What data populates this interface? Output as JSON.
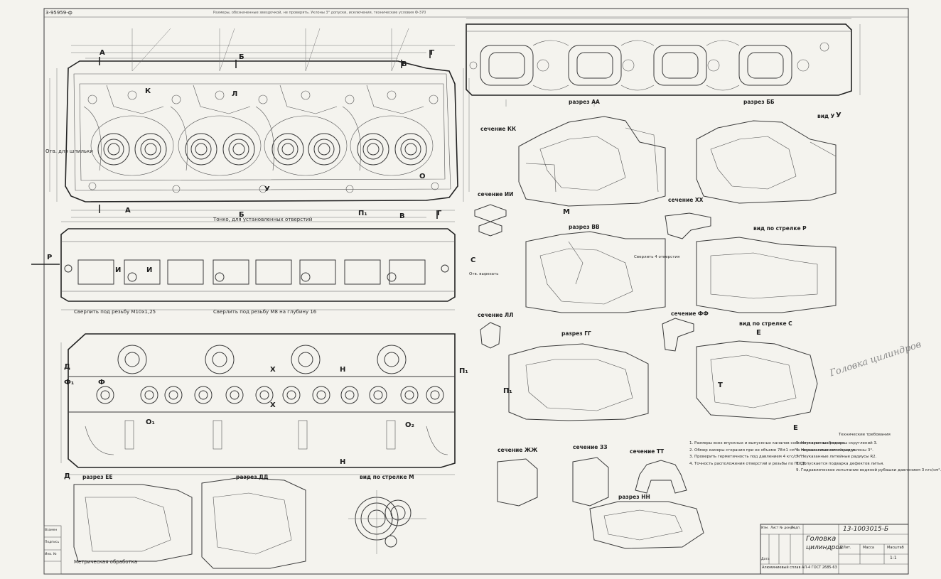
{
  "drawing": {
    "number_top_left": "3-95959-ф",
    "part_number": "13-1003015-Б",
    "title_line1": "Головка",
    "title_line2": "цилиндров",
    "handwritten_note": "Головка цилиндров",
    "top_note": "Размеры, обозначенные звездочкой, не проверять. Уклоны 3° допуски, исключения, технические условия Ф-370"
  },
  "section_labels": {
    "KK": "сечение КК",
    "AA": "разрез АА",
    "BB_upper": "разрез ББ",
    "view_U": "вид У",
    "II": "сечение ИИ",
    "VV": "разрез ВВ",
    "XX": "сечение ХХ",
    "view_R": "вид по стрелке Р",
    "LL": "сечение ЛЛ",
    "FF": "сечение ФФ",
    "GG": "разрез ГГ",
    "view_S": "вид по стрелке С",
    "ZHZH": "сечение ЖЖ",
    "ZZ": "сечение ЗЗ",
    "TT": "сечение ТТ",
    "EE": "разрез ЕЕ",
    "DD": "разрез ДД",
    "view_M": "вид по стрелке М",
    "NN": "разрез НН"
  },
  "letters": {
    "A": "А",
    "B": "Б",
    "V": "В",
    "G": "Г",
    "K": "К",
    "L": "Л",
    "U": "У",
    "O": "О",
    "P": "Р",
    "I": "И",
    "S": "С",
    "D": "Д",
    "F": "Ф",
    "X": "Х",
    "N": "Н",
    "E": "Е",
    "M": "М",
    "T": "Т",
    "P1": "П₁",
    "O1": "О₁",
    "O2": "О₂",
    "F1": "Ф₁"
  },
  "annotations": {
    "n1": "Отв. для шпильки",
    "n2": "Сверлить под резьбу М10х1,25",
    "n3": "Метрическая обработка",
    "n4": "Тонко, для установленных отверстий",
    "n5": "Сверлить под резьбу М8 на глубину 16",
    "n6": "Отв. вырезать",
    "n7": "Сверлить 4 отверстия",
    "n8": "Технические требования"
  },
  "notes": [
    "1. Размеры всех впускных и выпускных каналов соответствуют шаблонам.",
    "2. Обмер камеры сгорания при ее объеме 78±1 см³ в технологическом порядке.",
    "3. Проверить герметичность под давлением 4 кгс/см².",
    "4. Точность расположения отверстий и резьбы по ГОСТ.",
    "5. Неуказанные радиусы скруглений 3.",
    "6. Неуказанные литейные уклоны 3°.",
    "7. Неуказанные литейные радиусы R2.",
    "8. Допускается подварка дефектов литья.",
    "9. Гидравлическое испытание водяной рубашки давлением 3 кгс/см²."
  ],
  "title_block": {
    "rows": [
      "Изм.",
      "Лист",
      "№ докум.",
      "Подп.",
      "Дата"
    ],
    "cols": [
      "Лит.",
      "Масса",
      "Масштаб"
    ],
    "scale": "1:1",
    "material": "Алюминиевый сплав АЛ-4 ГОСТ 2685-63"
  },
  "side_stamp": [
    "Взамен",
    "Подпись",
    "Инв. №"
  ]
}
